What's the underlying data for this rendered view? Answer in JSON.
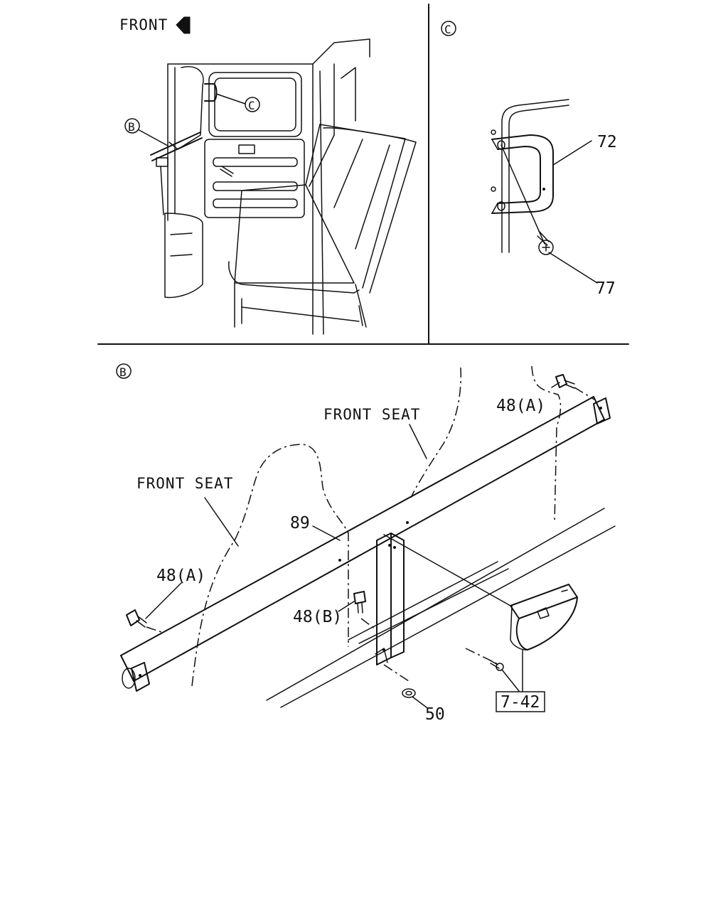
{
  "overview": {
    "front_label": "FRONT",
    "callout_c": "C",
    "callout_b": "B"
  },
  "detail_c": {
    "circle_label": "C",
    "parts": [
      "72",
      "77"
    ]
  },
  "detail_b": {
    "circle_label": "B",
    "front_seat_1": "FRONT SEAT",
    "front_seat_2": "FRONT SEAT",
    "bolt_a_right": "48(A)",
    "bolt_a_left": "48(A)",
    "bolt_b": "48(B)",
    "part_89": "89",
    "washer_50": "50",
    "ref_box": "7-42"
  }
}
